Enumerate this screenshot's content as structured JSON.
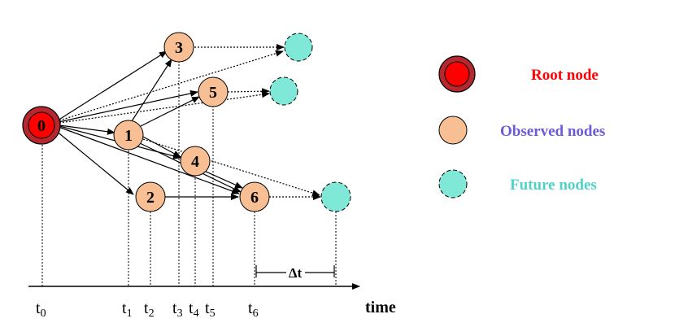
{
  "colors": {
    "root_fill": "#ff0000",
    "root_ring": "#b5282e",
    "observed_fill": "#f9bf94",
    "future_fill": "#7fe8d6",
    "root_text": "#ff0000",
    "observed_text": "#6b5bdc",
    "future_text": "#4fd2c8"
  },
  "nodes": {
    "n0": "0",
    "n1": "1",
    "n2": "2",
    "n3": "3",
    "n4": "4",
    "n5": "5",
    "n6": "6"
  },
  "axis": {
    "title": "time",
    "ticks": [
      {
        "main": "t",
        "sub": "0"
      },
      {
        "main": "t",
        "sub": "1"
      },
      {
        "main": "t",
        "sub": "2"
      },
      {
        "main": "t",
        "sub": "3"
      },
      {
        "main": "t",
        "sub": "4"
      },
      {
        "main": "t",
        "sub": "5"
      },
      {
        "main": "t",
        "sub": "6"
      }
    ],
    "delta": "Δt"
  },
  "legend": {
    "root": "Root node",
    "observed": "Observed nodes",
    "future": "Future nodes"
  }
}
